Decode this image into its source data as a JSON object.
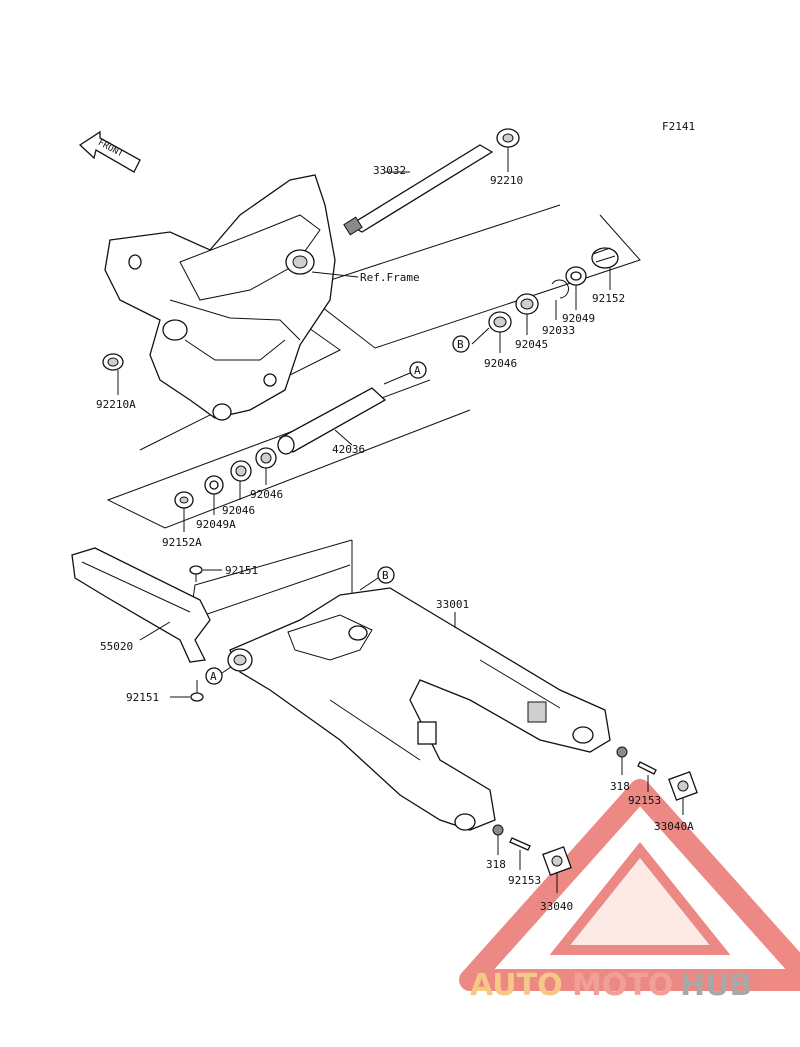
{
  "diagram_code": "F2141",
  "front_tag": "FRONT",
  "ref_frame": "Ref.Frame",
  "callouts": {
    "a": "A",
    "b": "B"
  },
  "labels": {
    "p33032": "33032",
    "p92210": "92210",
    "p92210A": "92210A",
    "p92152": "92152",
    "p92049": "92049",
    "p92033": "92033",
    "p92045": "92045",
    "p92046_top": "92046",
    "p42036": "42036",
    "p92046_mid1": "92046",
    "p92046_mid2": "92046",
    "p92049A": "92049A",
    "p92152A": "92152A",
    "p92151_top": "92151",
    "p55020": "55020",
    "p92151_bot": "92151",
    "p33001": "33001",
    "p318_right": "318",
    "p92153_right": "92153",
    "p33040A": "33040A",
    "p318_left": "318",
    "p92153_left": "92153",
    "p33040": "33040"
  },
  "watermark": {
    "part1": "AUTO",
    "part2": "MOTO",
    "part3": "HUB"
  },
  "colors": {
    "line": "#111111",
    "watermark_red": "#e8625b",
    "watermark_orange": "#f2b661",
    "watermark_grey": "#8c8c8c"
  }
}
